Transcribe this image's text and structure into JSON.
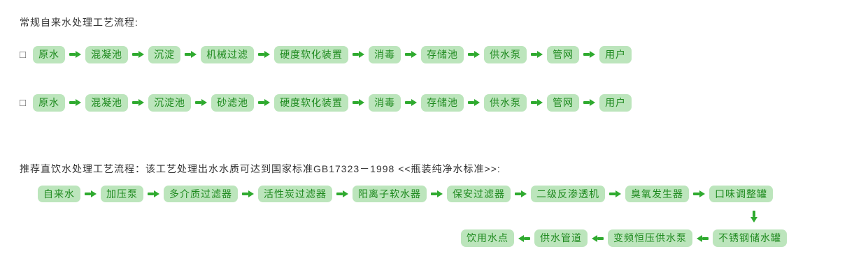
{
  "titles": {
    "conventional": "常规自来水处理工艺流程:",
    "recommended": "推荐直饮水处理工艺流程：该工艺处理出水水质可达到国家标准GB17323－1998 <<瓶装纯净水标准>>:"
  },
  "checkbox_symbol": "□",
  "flows": {
    "conventional_1": [
      "原水",
      "混凝池",
      "沉淀",
      "机械过滤",
      "硬度软化装置",
      "消毒",
      "存储池",
      "供水泵",
      "管网",
      "用户"
    ],
    "conventional_2": [
      "原水",
      "混凝池",
      "沉淀池",
      "砂滤池",
      "硬度软化装置",
      "消毒",
      "存储池",
      "供水泵",
      "管网",
      "用户"
    ],
    "direct_drink_top": [
      "自来水",
      "加压泵",
      "多介质过滤器",
      "活性炭过滤器",
      "阳离子软水器",
      "保安过滤器",
      "二级反渗透机",
      "臭氧发生器",
      "口味调整罐"
    ],
    "direct_drink_bottom": [
      "饮用水点",
      "供水管道",
      "变频恒压供水泵",
      "不锈钢储水罐"
    ]
  },
  "colors": {
    "box_background": "#bce5bc",
    "box_text": "#1f8a1f",
    "arrow": "#2faa2f",
    "title_text": "#333333"
  }
}
